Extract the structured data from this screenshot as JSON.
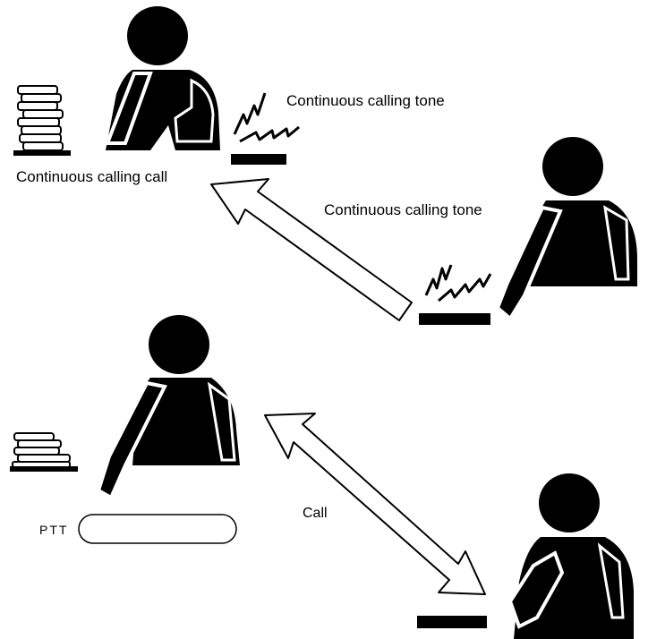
{
  "labels": {
    "tone_top": "Continuous calling tone",
    "call_top": "Continuous calling call",
    "tone_right": "Continuous calling tone",
    "call_exchange": "Call",
    "ptt": "PTT"
  },
  "colors": {
    "ink": "#000000",
    "paper": "#ffffff"
  }
}
